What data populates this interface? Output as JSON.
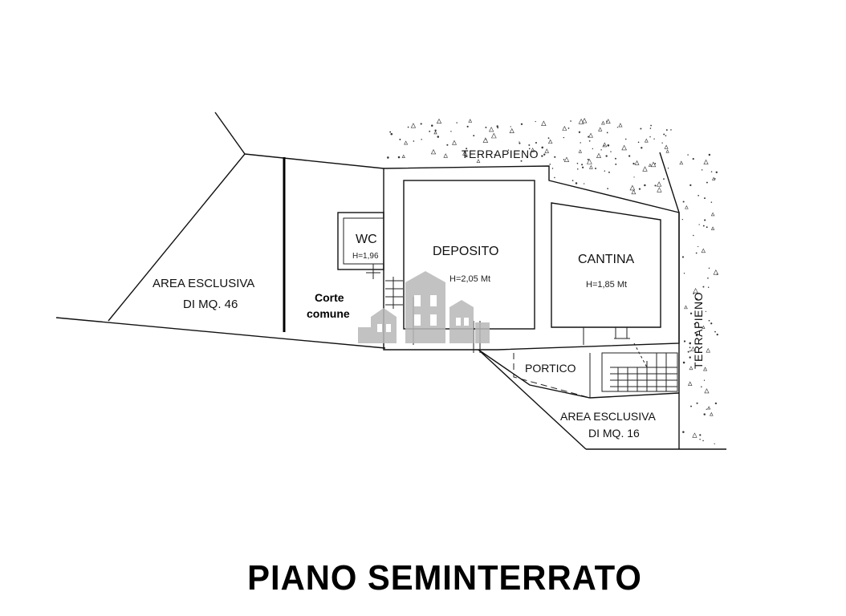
{
  "title": "PIANO SEMINTERRATO",
  "labels": {
    "terrapieno_top": "TERRAPIENO",
    "terrapieno_right": "TERRAPIENO",
    "wc": "WC",
    "wc_height": "H=1,96",
    "deposito": "DEPOSITO",
    "deposito_height": "H=2,05 Mt",
    "cantina": "CANTINA",
    "cantina_height": "H=1,85 Mt",
    "area_left_line1": "AREA ESCLUSIVA",
    "area_left_line2": "DI MQ. 46",
    "corte_line1": "Corte",
    "corte_line2": "comune",
    "portico": "PORTICO",
    "area_right_line1": "AREA ESCLUSIVA",
    "area_right_line2": "DI MQ. 16"
  },
  "watermark": {
    "icon": "houses-watermark-icon",
    "color": "#b8b8b8"
  }
}
